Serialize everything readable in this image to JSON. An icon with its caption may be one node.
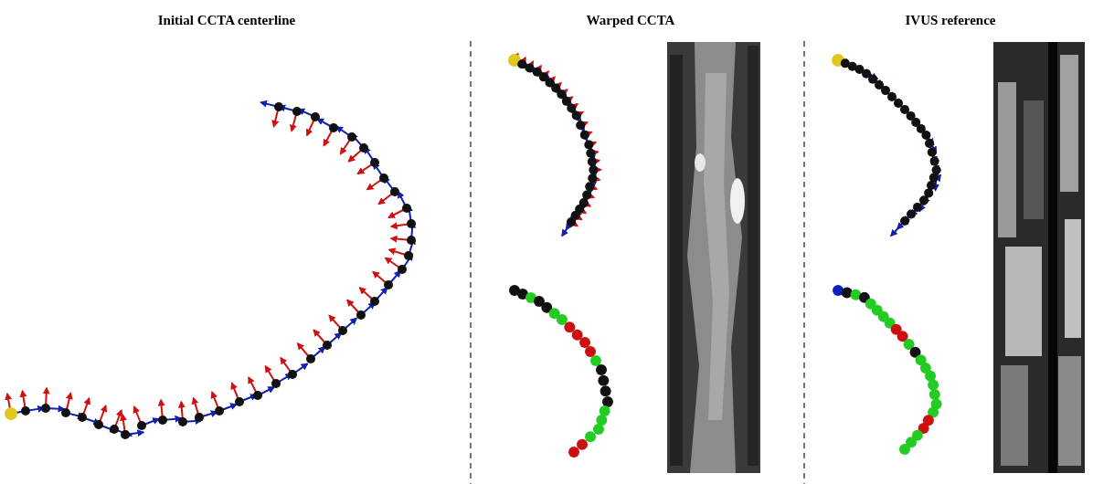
{
  "diagram": {
    "labels": [
      "Initial CCTA centerline",
      "Warped CCTA",
      "IVUS reference"
    ]
  }
}
